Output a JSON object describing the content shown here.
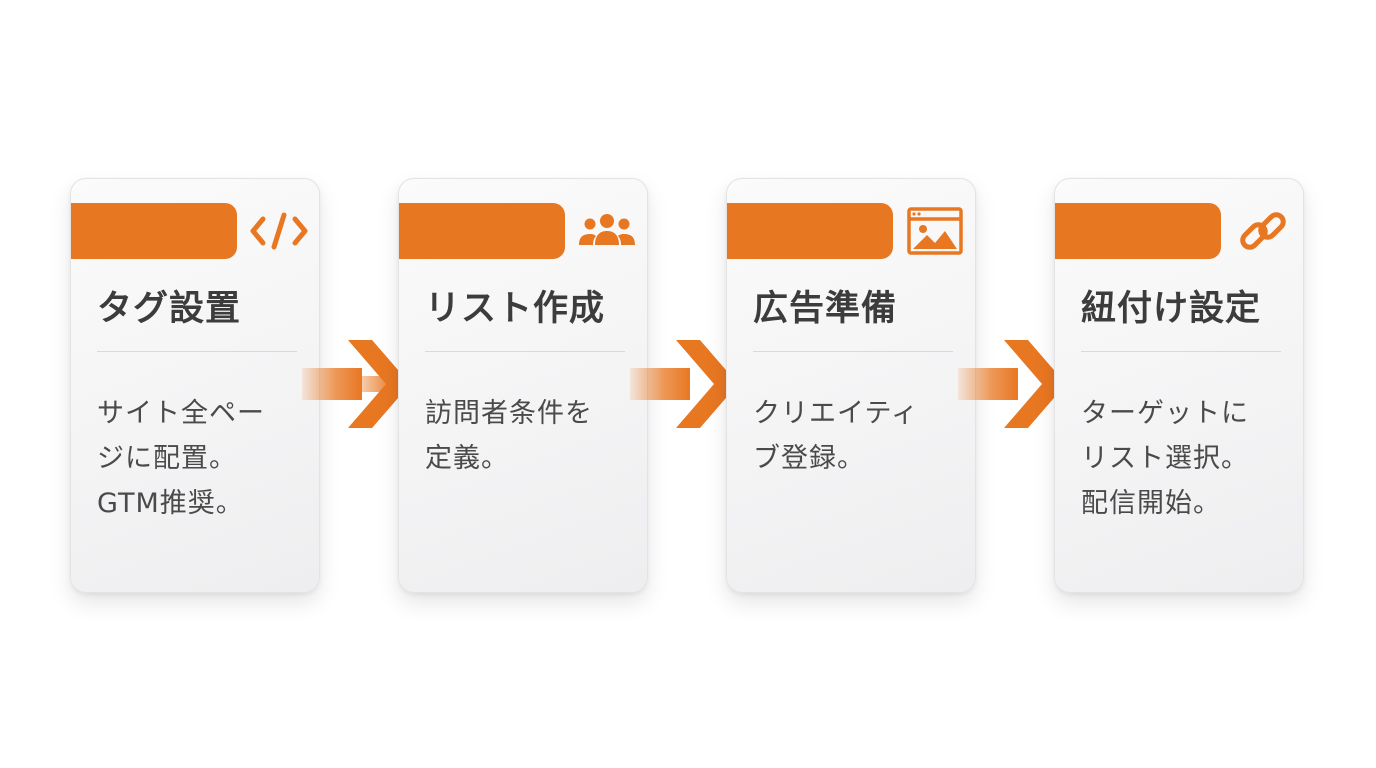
{
  "accent_color": "#e87722",
  "steps": [
    {
      "title": "タグ設置",
      "icon": "code-icon",
      "desc": [
        "サイト全ペー",
        "ジに配置。",
        "GTM推奨。"
      ]
    },
    {
      "title": "リスト作成",
      "icon": "users-icon",
      "desc": [
        "訪問者条件を",
        "定義。"
      ]
    },
    {
      "title": "広告準備",
      "icon": "image-icon",
      "desc": [
        "クリエイティ",
        "ブ登録。"
      ]
    },
    {
      "title": "紐付け設定",
      "icon": "link-icon",
      "desc": [
        "ターゲットに",
        "リスト選択。",
        "配信開始。"
      ]
    }
  ]
}
